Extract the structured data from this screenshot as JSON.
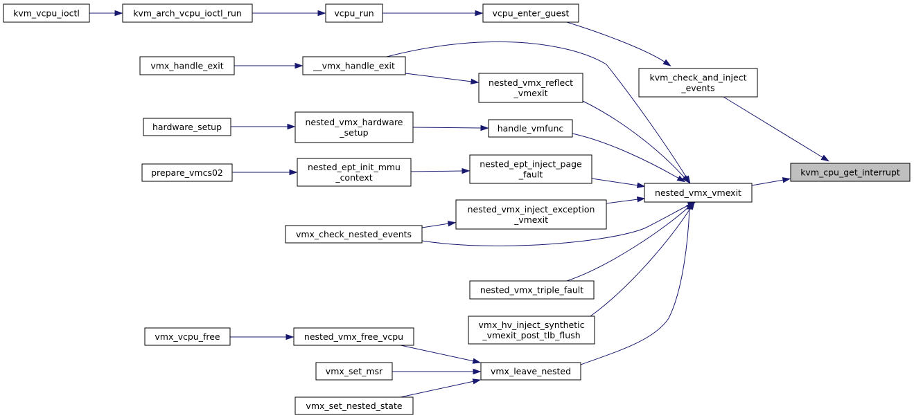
{
  "graph": {
    "colors": {
      "edge": "#191970",
      "node_border": "#000000",
      "node_fill": "#ffffff",
      "root_fill": "#bfbfbf"
    },
    "root": "kvm_cpu_get_interrupt",
    "nodes": [
      {
        "id": "kvm_cpu_get_interrupt",
        "lines": [
          "kvm_cpu_get_interrupt"
        ],
        "root": true
      },
      {
        "id": "kvm_check_and_inject_events",
        "lines": [
          "kvm_check_and_inject",
          "_events"
        ]
      },
      {
        "id": "nested_vmx_vmexit",
        "lines": [
          "nested_vmx_vmexit"
        ]
      },
      {
        "id": "vcpu_enter_guest",
        "lines": [
          "vcpu_enter_guest"
        ]
      },
      {
        "id": "vcpu_run",
        "lines": [
          "vcpu_run"
        ]
      },
      {
        "id": "kvm_arch_vcpu_ioctl_run",
        "lines": [
          "kvm_arch_vcpu_ioctl_run"
        ]
      },
      {
        "id": "kvm_vcpu_ioctl",
        "lines": [
          "kvm_vcpu_ioctl"
        ]
      },
      {
        "id": "__vmx_handle_exit",
        "lines": [
          "__vmx_handle_exit"
        ]
      },
      {
        "id": "vmx_handle_exit",
        "lines": [
          "vmx_handle_exit"
        ]
      },
      {
        "id": "nested_vmx_reflect_vmexit",
        "lines": [
          "nested_vmx_reflect",
          "_vmexit"
        ]
      },
      {
        "id": "handle_vmfunc",
        "lines": [
          "handle_vmfunc"
        ]
      },
      {
        "id": "nested_vmx_hardware_setup",
        "lines": [
          "nested_vmx_hardware",
          "_setup"
        ]
      },
      {
        "id": "hardware_setup",
        "lines": [
          "hardware_setup"
        ]
      },
      {
        "id": "nested_ept_inject_page_fault",
        "lines": [
          "nested_ept_inject_page",
          "_fault"
        ]
      },
      {
        "id": "nested_ept_init_mmu_context",
        "lines": [
          "nested_ept_init_mmu",
          "_context"
        ]
      },
      {
        "id": "prepare_vmcs02",
        "lines": [
          "prepare_vmcs02"
        ]
      },
      {
        "id": "nested_vmx_inject_exception_vmexit",
        "lines": [
          "nested_vmx_inject_exception",
          "_vmexit"
        ]
      },
      {
        "id": "vmx_check_nested_events",
        "lines": [
          "vmx_check_nested_events"
        ]
      },
      {
        "id": "nested_vmx_triple_fault",
        "lines": [
          "nested_vmx_triple_fault"
        ]
      },
      {
        "id": "vmx_hv_inject_synthetic_vmexit_post_tlb_flush",
        "lines": [
          "vmx_hv_inject_synthetic",
          "_vmexit_post_tlb_flush"
        ]
      },
      {
        "id": "vmx_leave_nested",
        "lines": [
          "vmx_leave_nested"
        ]
      },
      {
        "id": "nested_vmx_free_vcpu",
        "lines": [
          "nested_vmx_free_vcpu"
        ]
      },
      {
        "id": "vmx_vcpu_free",
        "lines": [
          "vmx_vcpu_free"
        ]
      },
      {
        "id": "vmx_set_msr",
        "lines": [
          "vmx_set_msr"
        ]
      },
      {
        "id": "vmx_set_nested_state",
        "lines": [
          "vmx_set_nested_state"
        ]
      }
    ],
    "edges": [
      {
        "from": "kvm_check_and_inject_events",
        "to": "kvm_cpu_get_interrupt"
      },
      {
        "from": "nested_vmx_vmexit",
        "to": "kvm_cpu_get_interrupt"
      },
      {
        "from": "vcpu_enter_guest",
        "to": "kvm_check_and_inject_events"
      },
      {
        "from": "vcpu_run",
        "to": "vcpu_enter_guest"
      },
      {
        "from": "kvm_arch_vcpu_ioctl_run",
        "to": "vcpu_run"
      },
      {
        "from": "kvm_vcpu_ioctl",
        "to": "kvm_arch_vcpu_ioctl_run"
      },
      {
        "from": "__vmx_handle_exit",
        "to": "nested_vmx_vmexit"
      },
      {
        "from": "vmx_handle_exit",
        "to": "__vmx_handle_exit"
      },
      {
        "from": "nested_vmx_reflect_vmexit",
        "to": "nested_vmx_vmexit"
      },
      {
        "from": "__vmx_handle_exit",
        "to": "nested_vmx_reflect_vmexit"
      },
      {
        "from": "handle_vmfunc",
        "to": "nested_vmx_vmexit"
      },
      {
        "from": "nested_vmx_hardware_setup",
        "to": "handle_vmfunc"
      },
      {
        "from": "hardware_setup",
        "to": "nested_vmx_hardware_setup"
      },
      {
        "from": "nested_ept_inject_page_fault",
        "to": "nested_vmx_vmexit"
      },
      {
        "from": "nested_ept_init_mmu_context",
        "to": "nested_ept_inject_page_fault"
      },
      {
        "from": "prepare_vmcs02",
        "to": "nested_ept_init_mmu_context"
      },
      {
        "from": "nested_vmx_inject_exception_vmexit",
        "to": "nested_vmx_vmexit"
      },
      {
        "from": "vmx_check_nested_events",
        "to": "nested_vmx_inject_exception_vmexit"
      },
      {
        "from": "vmx_check_nested_events",
        "to": "nested_vmx_vmexit"
      },
      {
        "from": "nested_vmx_triple_fault",
        "to": "nested_vmx_vmexit"
      },
      {
        "from": "vmx_hv_inject_synthetic_vmexit_post_tlb_flush",
        "to": "nested_vmx_vmexit"
      },
      {
        "from": "vmx_leave_nested",
        "to": "nested_vmx_vmexit"
      },
      {
        "from": "nested_vmx_free_vcpu",
        "to": "vmx_leave_nested"
      },
      {
        "from": "vmx_vcpu_free",
        "to": "nested_vmx_free_vcpu"
      },
      {
        "from": "vmx_set_msr",
        "to": "vmx_leave_nested"
      },
      {
        "from": "vmx_set_nested_state",
        "to": "vmx_leave_nested"
      }
    ]
  }
}
